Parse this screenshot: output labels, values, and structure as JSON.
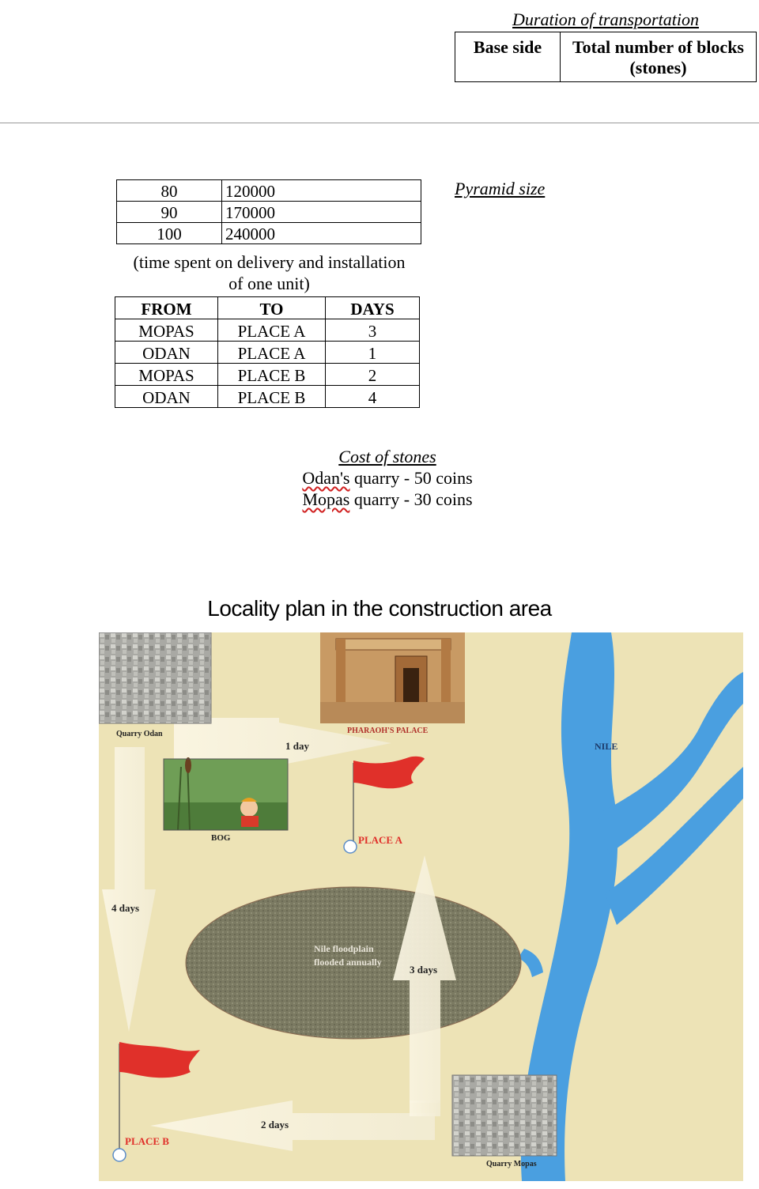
{
  "header": {
    "title": "Duration of transportation",
    "col1": "Base side",
    "col2_line1": "Total number of blocks",
    "col2_line2": "(stones)"
  },
  "pyramid_title": "Pyramid size",
  "pyramid_sizes": [
    {
      "base": "80",
      "blocks": "120000"
    },
    {
      "base": "90",
      "blocks": "170000"
    },
    {
      "base": "100",
      "blocks": "240000"
    }
  ],
  "note_line1": "(time spent on delivery and installation",
  "note_line2": "of one unit)",
  "routes": {
    "headers": [
      "FROM",
      "TO",
      "DAYS"
    ],
    "rows": [
      [
        "MOPAS",
        "PLACE A",
        "3"
      ],
      [
        "ODAN",
        "PLACE A",
        "1"
      ],
      [
        "MOPAS",
        "PLACE B",
        "2"
      ],
      [
        "ODAN",
        "PLACE B",
        "4"
      ]
    ]
  },
  "cost": {
    "title": "Cost of stones",
    "odan_name": "Odan's",
    "odan_rest": " quarry - 50 coins",
    "mopas_name": "Mopas",
    "mopas_rest": " quarry - 30 coins"
  },
  "plan": {
    "title": "Locality plan in the construction area",
    "quarry_odan": "Quarry Odan",
    "quarry_mopas": "Quarry Mopas",
    "palace": "PHARAOH'S PALACE",
    "nile": "NILE",
    "bog": "BOG",
    "place_a": "PLACE A",
    "place_b": "PLACE B",
    "floodplain_line1": "Nile floodplain",
    "floodplain_line2": "flooded annually",
    "arrow_1": "1 day",
    "arrow_2": "2 days",
    "arrow_3": "3 days",
    "arrow_4": "4 days",
    "colors": {
      "sand": "#ede3b6",
      "river": "#4a9fe0",
      "flag": "#e0302a",
      "floodplain": "#7a7860",
      "label_red": "#e0302a"
    }
  }
}
